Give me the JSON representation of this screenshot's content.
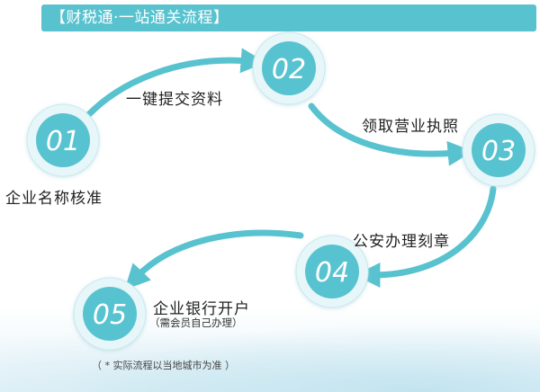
{
  "header": {
    "title": "【财税通·一站通关流程】"
  },
  "steps": [
    {
      "number": "01",
      "label": "企业名称核准"
    },
    {
      "number": "02",
      "label": "一键提交资料"
    },
    {
      "number": "03",
      "label": "领取营业执照"
    },
    {
      "number": "04",
      "label": "公安办理刻章"
    },
    {
      "number": "05",
      "label": "企业银行开户",
      "note": "（需会员自己办理）"
    }
  ],
  "footnote": "（ * 实际流程以当地城市为准 ）",
  "colors": {
    "accent": "#58c2cf",
    "circle_outer": "#e7f6f9",
    "circle_inner": "#59c3d0",
    "text": "#222222"
  },
  "icons": {
    "arrow": "arrowhead-icon"
  }
}
